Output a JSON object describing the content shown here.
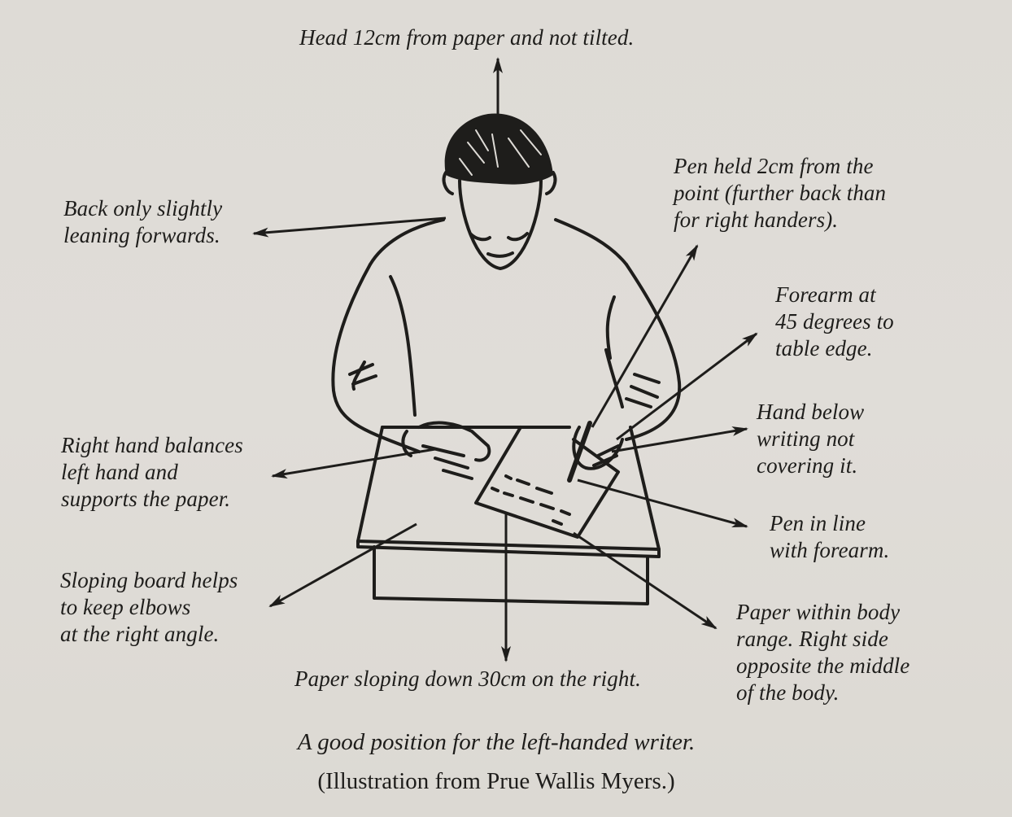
{
  "figure": {
    "labels": {
      "head": "Head 12cm from paper and not tilted.",
      "back": "Back only slightly\nleaning forwards.",
      "pen_held": "Pen held 2cm from the\npoint (further back than\nfor right handers).",
      "forearm": "Forearm at\n45 degrees to\ntable edge.",
      "hand_below": "Hand below\nwriting not\ncovering it.",
      "right_hand": "Right hand balances\nleft hand and\nsupports the paper.",
      "pen_in_line": "Pen in line\nwith forearm.",
      "sloping_board": "Sloping board helps\nto keep elbows\nat the right angle.",
      "paper_within": "Paper within body\nrange. Right side\nopposite the middle\nof the body.",
      "paper_sloping": "Paper sloping down 30cm on the right."
    },
    "caption": {
      "line1": "A good position for the left-handed writer.",
      "line2": "(Illustration from Prue Wallis Myers.)"
    },
    "colors": {
      "background": "#dedbd6",
      "ink": "#1e1d1b"
    }
  }
}
